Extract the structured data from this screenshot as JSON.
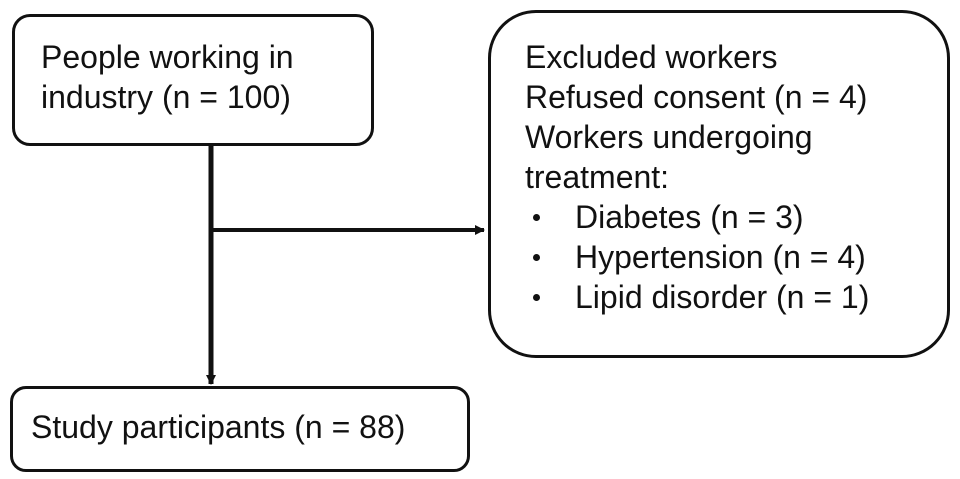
{
  "source_box": {
    "lines": [
      "People working in",
      "industry (n = 100)"
    ]
  },
  "excluded_box": {
    "heading": "Excluded workers",
    "refused": "Refused consent (n = 4)",
    "treatment_label": [
      "Workers undergoing",
      "treatment:"
    ],
    "items": [
      "Diabetes (n = 3)",
      "Hypertension (n = 4)",
      "Lipid disorder (n = 1)"
    ]
  },
  "participants_box": {
    "label": "Study participants (n = 88)"
  },
  "colors": {
    "stroke": "#111111",
    "background": "#ffffff"
  }
}
